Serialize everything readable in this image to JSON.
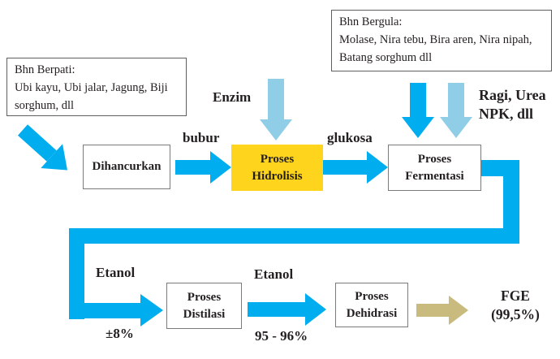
{
  "diagram": {
    "title_hint": "Bioethanol (FGE) production process flowchart",
    "colors": {
      "cyan": "#00AEEF",
      "lightblue": "#8FCEE6",
      "yellow": "#FFD41C",
      "tan": "#C9BA7E"
    },
    "boxes": {
      "bhn_berpati": {
        "title": "Bhn Berpati:",
        "body": "Ubi kayu, Ubi jalar, Jagung, Biji sorghum, dll"
      },
      "bhn_bergula": {
        "title": "Bhn Bergula:",
        "body": "Molase, Nira tebu, Bira aren, Nira nipah, Batang sorghum dll"
      },
      "dihancurkan": {
        "label": "Dihancurkan"
      },
      "hidrolisis": {
        "line1": "Proses",
        "line2": "Hidrolisis"
      },
      "fermentasi": {
        "line1": "Proses",
        "line2": "Fermentasi"
      },
      "distilasi": {
        "line1": "Proses",
        "line2": "Distilasi"
      },
      "dehidrasi": {
        "line1": "Proses",
        "line2": "Dehidrasi"
      }
    },
    "labels": {
      "enzim": "Enzim",
      "bubur": "bubur",
      "glukosa": "glukosa",
      "ragi_line1": "Ragi, Urea",
      "ragi_line2": "NPK, dll",
      "etanol_1": "Etanol",
      "etanol_1_pct": "±8%",
      "etanol_2": "Etanol",
      "etanol_2_pct": "95 - 96%",
      "fge_line1": "FGE",
      "fge_line2": "(99,5%)"
    }
  }
}
